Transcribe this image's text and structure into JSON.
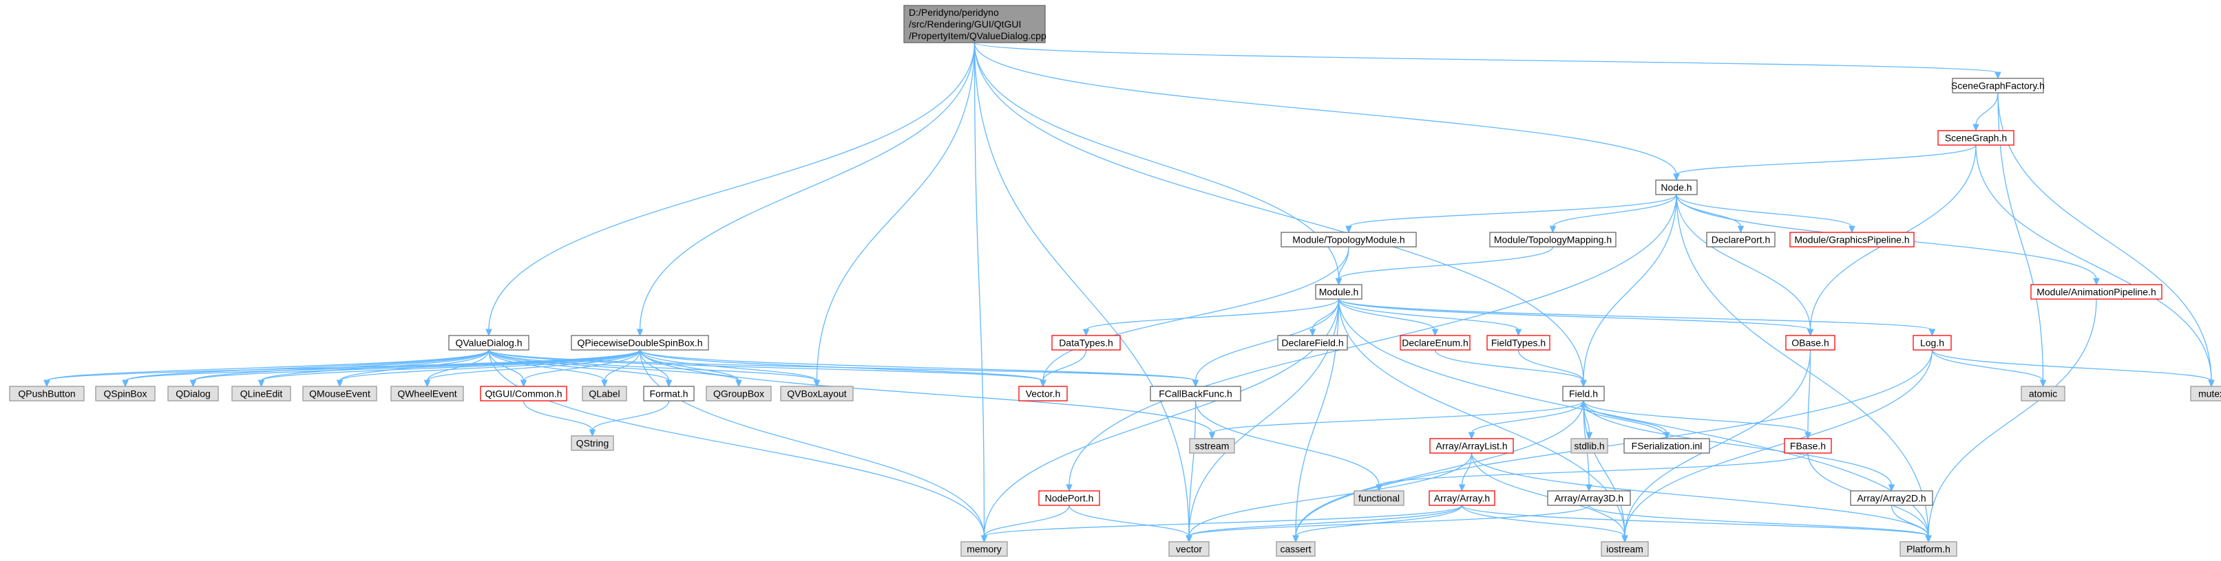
{
  "colors": {
    "root_fill": "#999999",
    "file_fill": "#ffffff",
    "file_stroke": "#666666",
    "external_fill": "#e0e0e0",
    "external_stroke": "#999999",
    "incomplete_stroke": "#ff0000",
    "edge": "#63b8ff",
    "text": "#000000"
  },
  "nodes": [
    {
      "id": "root",
      "lines": [
        "D:/Peridyno/peridyno",
        "/src/Rendering/GUI/QtGUI",
        "/PropertyItem/QValueDialog.cpp"
      ],
      "kind": "root"
    },
    {
      "id": "sgf",
      "lines": [
        "SceneGraphFactory.h"
      ],
      "kind": "file"
    },
    {
      "id": "sg",
      "lines": [
        "SceneGraph.h"
      ],
      "kind": "incomplete"
    },
    {
      "id": "node",
      "lines": [
        "Node.h"
      ],
      "kind": "file"
    },
    {
      "id": "topomod",
      "lines": [
        "Module/TopologyModule.h"
      ],
      "kind": "file"
    },
    {
      "id": "topomap",
      "lines": [
        "Module/TopologyMapping.h"
      ],
      "kind": "file"
    },
    {
      "id": "declport",
      "lines": [
        "DeclarePort.h"
      ],
      "kind": "file"
    },
    {
      "id": "gfx",
      "lines": [
        "Module/GraphicsPipeline.h"
      ],
      "kind": "incomplete"
    },
    {
      "id": "anim",
      "lines": [
        "Module/AnimationPipeline.h"
      ],
      "kind": "incomplete"
    },
    {
      "id": "module",
      "lines": [
        "Module.h"
      ],
      "kind": "file"
    },
    {
      "id": "qvd",
      "lines": [
        "QValueDialog.h"
      ],
      "kind": "file"
    },
    {
      "id": "qpw",
      "lines": [
        "QPiecewiseDoubleSpinBox.h"
      ],
      "kind": "file"
    },
    {
      "id": "datatypes",
      "lines": [
        "DataTypes.h"
      ],
      "kind": "incomplete"
    },
    {
      "id": "declfield",
      "lines": [
        "DeclareField.h"
      ],
      "kind": "file"
    },
    {
      "id": "declenum",
      "lines": [
        "DeclareEnum.h"
      ],
      "kind": "incomplete"
    },
    {
      "id": "fieldtypes",
      "lines": [
        "FieldTypes.h"
      ],
      "kind": "incomplete"
    },
    {
      "id": "obase",
      "lines": [
        "OBase.h"
      ],
      "kind": "incomplete"
    },
    {
      "id": "log",
      "lines": [
        "Log.h"
      ],
      "kind": "incomplete"
    },
    {
      "id": "qpush",
      "lines": [
        "QPushButton"
      ],
      "kind": "external"
    },
    {
      "id": "qspin",
      "lines": [
        "QSpinBox"
      ],
      "kind": "external"
    },
    {
      "id": "qdialog",
      "lines": [
        "QDialog"
      ],
      "kind": "external"
    },
    {
      "id": "qline",
      "lines": [
        "QLineEdit"
      ],
      "kind": "external"
    },
    {
      "id": "qmouse",
      "lines": [
        "QMouseEvent"
      ],
      "kind": "external"
    },
    {
      "id": "qwheel",
      "lines": [
        "QWheelEvent"
      ],
      "kind": "external"
    },
    {
      "id": "qtcommon",
      "lines": [
        "QtGUI/Common.h"
      ],
      "kind": "incomplete"
    },
    {
      "id": "qlabel",
      "lines": [
        "QLabel"
      ],
      "kind": "external"
    },
    {
      "id": "format",
      "lines": [
        "Format.h"
      ],
      "kind": "file"
    },
    {
      "id": "qgroup",
      "lines": [
        "QGroupBox"
      ],
      "kind": "external"
    },
    {
      "id": "qvbox",
      "lines": [
        "QVBoxLayout"
      ],
      "kind": "external"
    },
    {
      "id": "vectorh",
      "lines": [
        "Vector.h"
      ],
      "kind": "incomplete"
    },
    {
      "id": "fcallback",
      "lines": [
        "FCallBackFunc.h"
      ],
      "kind": "file"
    },
    {
      "id": "field",
      "lines": [
        "Field.h"
      ],
      "kind": "file"
    },
    {
      "id": "atomic",
      "lines": [
        "atomic"
      ],
      "kind": "external"
    },
    {
      "id": "mutex",
      "lines": [
        "mutex"
      ],
      "kind": "external"
    },
    {
      "id": "qstring",
      "lines": [
        "QString"
      ],
      "kind": "external"
    },
    {
      "id": "sstream",
      "lines": [
        "sstream"
      ],
      "kind": "external"
    },
    {
      "id": "arraylist",
      "lines": [
        "Array/ArrayList.h"
      ],
      "kind": "incomplete"
    },
    {
      "id": "stdlib",
      "lines": [
        "stdlib.h"
      ],
      "kind": "external"
    },
    {
      "id": "fser",
      "lines": [
        "FSerialization.inl"
      ],
      "kind": "file"
    },
    {
      "id": "fbase",
      "lines": [
        "FBase.h"
      ],
      "kind": "incomplete"
    },
    {
      "id": "nodeport",
      "lines": [
        "NodePort.h"
      ],
      "kind": "incomplete"
    },
    {
      "id": "functional",
      "lines": [
        "functional"
      ],
      "kind": "external"
    },
    {
      "id": "array",
      "lines": [
        "Array/Array.h"
      ],
      "kind": "incomplete"
    },
    {
      "id": "array3d",
      "lines": [
        "Array/Array3D.h"
      ],
      "kind": "file"
    },
    {
      "id": "array2d",
      "lines": [
        "Array/Array2D.h"
      ],
      "kind": "file"
    },
    {
      "id": "memory",
      "lines": [
        "memory"
      ],
      "kind": "external"
    },
    {
      "id": "vector",
      "lines": [
        "vector"
      ],
      "kind": "external"
    },
    {
      "id": "cassert",
      "lines": [
        "cassert"
      ],
      "kind": "external"
    },
    {
      "id": "iostream",
      "lines": [
        "iostream"
      ],
      "kind": "external"
    },
    {
      "id": "platform",
      "lines": [
        "Platform.h"
      ],
      "kind": "external"
    }
  ],
  "edges": [
    [
      "root",
      "sgf"
    ],
    [
      "root",
      "node"
    ],
    [
      "root",
      "module"
    ],
    [
      "root",
      "qvd"
    ],
    [
      "root",
      "qpw"
    ],
    [
      "root",
      "qvbox"
    ],
    [
      "root",
      "memory"
    ],
    [
      "root",
      "vector"
    ],
    [
      "root",
      "field"
    ],
    [
      "sgf",
      "sg"
    ],
    [
      "sgf",
      "atomic"
    ],
    [
      "sgf",
      "mutex"
    ],
    [
      "sg",
      "node"
    ],
    [
      "sg",
      "obase"
    ],
    [
      "sg",
      "mutex"
    ],
    [
      "node",
      "topomod"
    ],
    [
      "node",
      "topomap"
    ],
    [
      "node",
      "declport"
    ],
    [
      "node",
      "gfx"
    ],
    [
      "node",
      "anim"
    ],
    [
      "node",
      "nodeport"
    ],
    [
      "node",
      "field"
    ],
    [
      "node",
      "obase"
    ],
    [
      "node",
      "platform"
    ],
    [
      "topomod",
      "module"
    ],
    [
      "topomod",
      "vectorh"
    ],
    [
      "topomap",
      "module"
    ],
    [
      "anim",
      "platform"
    ],
    [
      "module",
      "datatypes"
    ],
    [
      "module",
      "declfield"
    ],
    [
      "module",
      "declenum"
    ],
    [
      "module",
      "fieldtypes"
    ],
    [
      "module",
      "obase"
    ],
    [
      "module",
      "log"
    ],
    [
      "module",
      "fcallback"
    ],
    [
      "module",
      "memory"
    ],
    [
      "module",
      "vector"
    ],
    [
      "module",
      "cassert"
    ],
    [
      "module",
      "iostream"
    ],
    [
      "module",
      "platform"
    ],
    [
      "datatypes",
      "vectorh"
    ],
    [
      "declenum",
      "field"
    ],
    [
      "fieldtypes",
      "field"
    ],
    [
      "obase",
      "fbase"
    ],
    [
      "obase",
      "iostream"
    ],
    [
      "log",
      "atomic"
    ],
    [
      "log",
      "mutex"
    ],
    [
      "log",
      "iostream"
    ],
    [
      "log",
      "cassert"
    ],
    [
      "qvd",
      "qpush"
    ],
    [
      "qvd",
      "qspin"
    ],
    [
      "qvd",
      "qdialog"
    ],
    [
      "qvd",
      "qline"
    ],
    [
      "qvd",
      "qmouse"
    ],
    [
      "qvd",
      "qwheel"
    ],
    [
      "qvd",
      "qtcommon"
    ],
    [
      "qvd",
      "qlabel"
    ],
    [
      "qvd",
      "format"
    ],
    [
      "qvd",
      "qgroup"
    ],
    [
      "qvd",
      "qvbox"
    ],
    [
      "qvd",
      "vectorh"
    ],
    [
      "qvd",
      "fcallback"
    ],
    [
      "qvd",
      "memory"
    ],
    [
      "qpw",
      "qpush"
    ],
    [
      "qpw",
      "qspin"
    ],
    [
      "qpw",
      "qdialog"
    ],
    [
      "qpw",
      "qline"
    ],
    [
      "qpw",
      "qmouse"
    ],
    [
      "qpw",
      "qwheel"
    ],
    [
      "qpw",
      "qtcommon"
    ],
    [
      "qpw",
      "qlabel"
    ],
    [
      "qpw",
      "format"
    ],
    [
      "qpw",
      "qgroup"
    ],
    [
      "qpw",
      "qvbox"
    ],
    [
      "qpw",
      "vectorh"
    ],
    [
      "qpw",
      "fcallback"
    ],
    [
      "qpw",
      "memory"
    ],
    [
      "qpw",
      "sstream"
    ],
    [
      "qtcommon",
      "qstring"
    ],
    [
      "format",
      "qstring"
    ],
    [
      "fcallback",
      "functional"
    ],
    [
      "fcallback",
      "vector"
    ],
    [
      "field",
      "sstream"
    ],
    [
      "field",
      "arraylist"
    ],
    [
      "field",
      "stdlib"
    ],
    [
      "field",
      "fser"
    ],
    [
      "field",
      "fbase"
    ],
    [
      "field",
      "array3d"
    ],
    [
      "field",
      "array2d"
    ],
    [
      "field",
      "iostream"
    ],
    [
      "field",
      "cassert"
    ],
    [
      "fser",
      "field"
    ],
    [
      "arraylist",
      "array"
    ],
    [
      "arraylist",
      "vector"
    ],
    [
      "arraylist",
      "iostream"
    ],
    [
      "arraylist",
      "platform"
    ],
    [
      "fbase",
      "functional"
    ],
    [
      "fbase",
      "platform"
    ],
    [
      "nodeport",
      "memory"
    ],
    [
      "nodeport",
      "vector"
    ],
    [
      "array",
      "memory"
    ],
    [
      "array",
      "vector"
    ],
    [
      "array",
      "cassert"
    ],
    [
      "array",
      "iostream"
    ],
    [
      "array",
      "platform"
    ],
    [
      "array3d",
      "vector"
    ],
    [
      "array3d",
      "platform"
    ],
    [
      "array2d",
      "platform"
    ]
  ]
}
